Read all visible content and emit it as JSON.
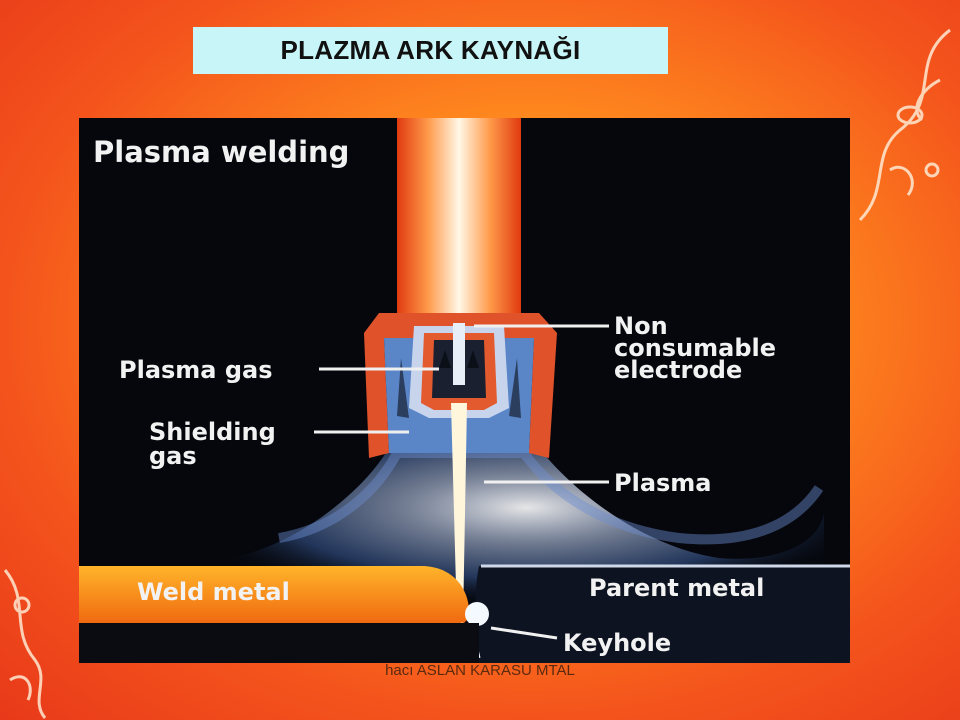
{
  "slide": {
    "title": "PLAZMA ARK KAYNAĞI",
    "footer": "hacı ASLAN KARASU MTAL"
  },
  "diagram": {
    "heading": "Plasma welding",
    "labels": {
      "electrode_line1": "Non",
      "electrode_line2": "consumable",
      "electrode_line3": "electrode",
      "plasma_gas": "Plasma gas",
      "shielding_line1": "Shielding",
      "shielding_line2": "gas",
      "plasma": "Plasma",
      "weld_metal": "Weld metal",
      "parent_metal": "Parent metal",
      "keyhole": "Keyhole"
    }
  },
  "colors": {
    "title_bg": "#c8f5f7",
    "diagram_bg": "#05070d",
    "nozzle": "#e0522a",
    "shield": "#5a86c8",
    "weld": "#ff9a1c"
  }
}
